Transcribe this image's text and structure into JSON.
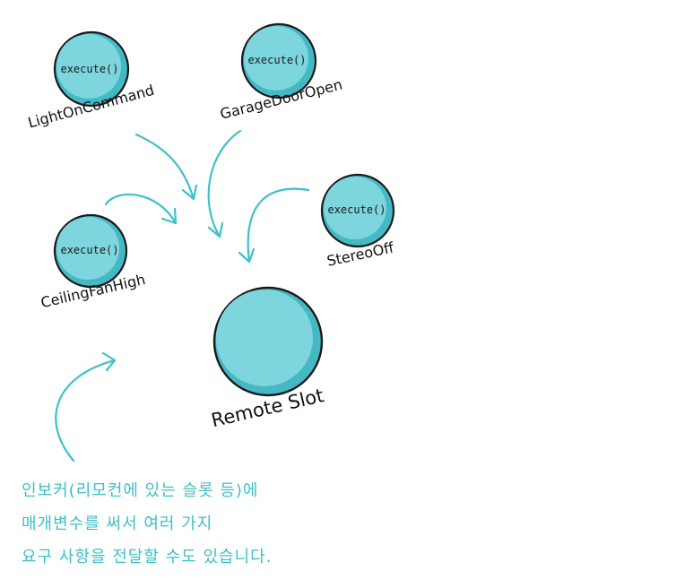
{
  "commands": [
    {
      "name": "LightOnCommand",
      "method": "execute()"
    },
    {
      "name": "GarageDoorOpen",
      "method": "execute()"
    },
    {
      "name": "CeilingFanHigh",
      "method": "execute()"
    },
    {
      "name": "StereoOff",
      "method": "execute()"
    }
  ],
  "slot": {
    "label": "Remote Slot"
  },
  "note": {
    "lines": [
      "인보커(리모컨에 있는 슬롯 등)에",
      "매개변수를 써서 여러 가지",
      "요구 사항을 전달할 수도 있습니다."
    ]
  },
  "colors": {
    "circle_fill": "#7dd5dd",
    "circle_edge": "#44b9c4",
    "outline": "#1a1a1a",
    "arrow": "#3fc0c9",
    "note_text": "#3dbfc8"
  }
}
